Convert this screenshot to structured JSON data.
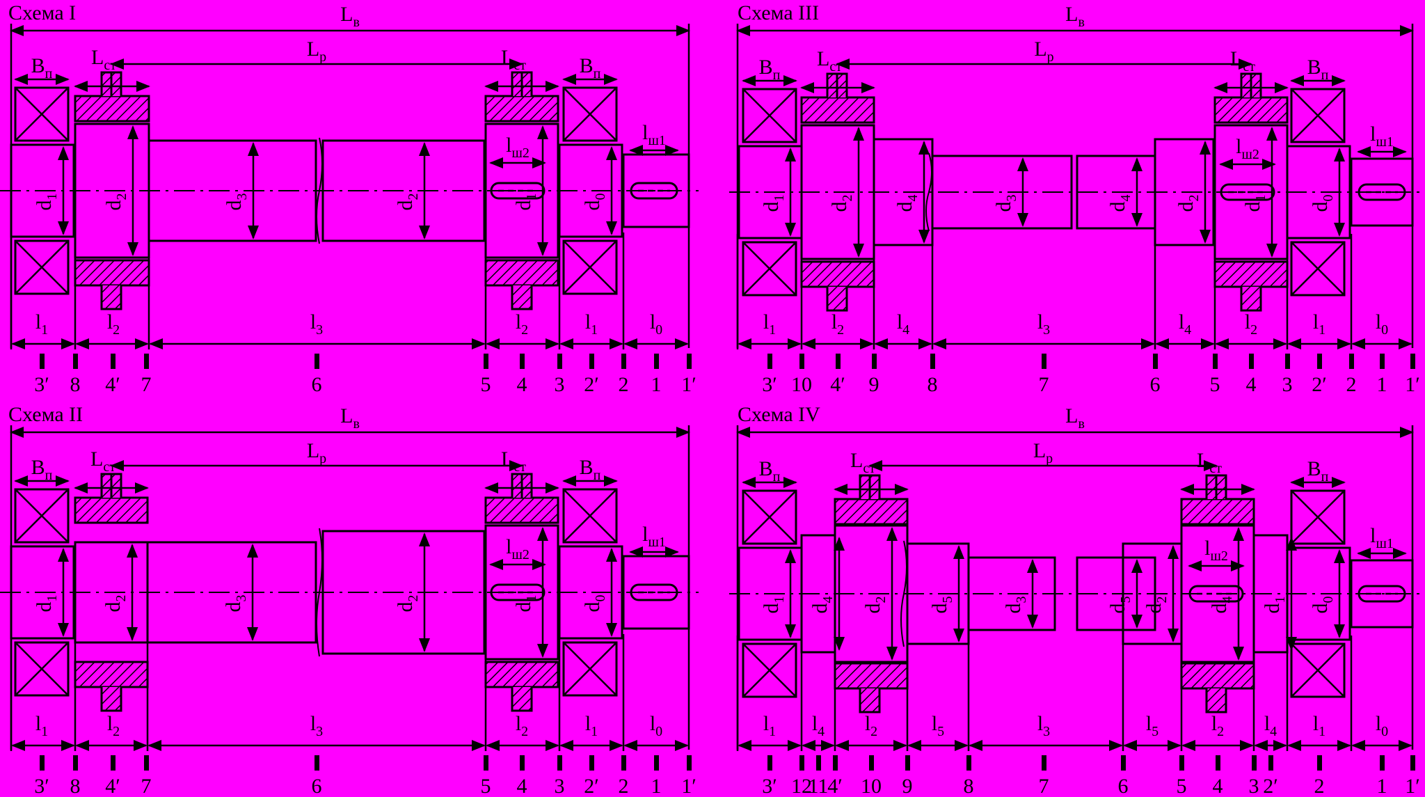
{
  "background": "#ff00ff",
  "line_color": "#000000",
  "hatch_color": "#000000",
  "schemes": [
    {
      "title": "Схема I",
      "overall_length": "L",
      "overall_length_sub": "в",
      "span_length": "L",
      "span_length_sub": "р",
      "hub_left": "L",
      "hub_left_sub": "ст",
      "hub_right": "L",
      "hub_right_sub": "ст",
      "bearing_left": "B",
      "bearing_left_sub": "п",
      "bearing_right": "B",
      "bearing_right_sub": "п",
      "key_end": "l",
      "key_end_sub": "ш1",
      "key_mid": "l",
      "key_mid_sub": "ш2",
      "diameters": [
        {
          "main": "d",
          "sub": "1"
        },
        {
          "main": "d",
          "sub": "2"
        },
        {
          "main": "d",
          "sub": "3"
        },
        {
          "main": "d",
          "sub": "2"
        },
        {
          "main": "d",
          "sub": "1"
        },
        {
          "main": "d",
          "sub": "0"
        }
      ],
      "lengths": [
        {
          "main": "l",
          "sub": "1"
        },
        {
          "main": "l",
          "sub": "2"
        },
        {
          "main": "l",
          "sub": "3"
        },
        {
          "main": "l",
          "sub": "2"
        },
        {
          "main": "l",
          "sub": "1"
        },
        {
          "main": "l",
          "sub": "0"
        }
      ],
      "sections": [
        "3′",
        "8",
        "4′",
        "7",
        "6",
        "5",
        "4",
        "3",
        "2′",
        "2",
        "1",
        "1′"
      ]
    },
    {
      "title": "Схема II",
      "overall_length": "L",
      "overall_length_sub": "в",
      "span_length": "L",
      "span_length_sub": "р",
      "hub_left": "L",
      "hub_left_sub": "ст",
      "hub_right": "L",
      "hub_right_sub": "ст",
      "bearing_left": "B",
      "bearing_left_sub": "п",
      "bearing_right": "B",
      "bearing_right_sub": "п",
      "key_end": "l",
      "key_end_sub": "ш1",
      "key_mid": "l",
      "key_mid_sub": "ш2",
      "diameters": [
        {
          "main": "d",
          "sub": "1"
        },
        {
          "main": "d",
          "sub": "2"
        },
        {
          "main": "d",
          "sub": "3"
        },
        {
          "main": "d",
          "sub": "2"
        },
        {
          "main": "d",
          "sub": "1"
        },
        {
          "main": "d",
          "sub": "0"
        }
      ],
      "lengths": [
        {
          "main": "l",
          "sub": "1"
        },
        {
          "main": "l",
          "sub": "2"
        },
        {
          "main": "l",
          "sub": "3"
        },
        {
          "main": "l",
          "sub": "2"
        },
        {
          "main": "l",
          "sub": "1"
        },
        {
          "main": "l",
          "sub": "0"
        }
      ],
      "sections": [
        "3′",
        "8",
        "4′",
        "7",
        "6",
        "5",
        "4",
        "3",
        "2′",
        "2",
        "1",
        "1′"
      ]
    },
    {
      "title": "Схема III",
      "overall_length": "L",
      "overall_length_sub": "в",
      "span_length": "L",
      "span_length_sub": "р",
      "hub_left": "L",
      "hub_left_sub": "ст",
      "hub_right": "L",
      "hub_right_sub": "ст",
      "bearing_left": "B",
      "bearing_left_sub": "п",
      "bearing_right": "B",
      "bearing_right_sub": "п",
      "key_end": "l",
      "key_end_sub": "ш1",
      "key_mid": "l",
      "key_mid_sub": "ш2",
      "diameters": [
        {
          "main": "d",
          "sub": "1"
        },
        {
          "main": "d",
          "sub": "2"
        },
        {
          "main": "d",
          "sub": "4"
        },
        {
          "main": "d",
          "sub": "3"
        },
        {
          "main": "d",
          "sub": "4"
        },
        {
          "main": "d",
          "sub": "2"
        },
        {
          "main": "d",
          "sub": "1"
        },
        {
          "main": "d",
          "sub": "0"
        }
      ],
      "lengths": [
        {
          "main": "l",
          "sub": "1"
        },
        {
          "main": "l",
          "sub": "2"
        },
        {
          "main": "l",
          "sub": "4"
        },
        {
          "main": "l",
          "sub": "3"
        },
        {
          "main": "l",
          "sub": "4"
        },
        {
          "main": "l",
          "sub": "2"
        },
        {
          "main": "l",
          "sub": "1"
        },
        {
          "main": "l",
          "sub": "0"
        }
      ],
      "sections": [
        "3′",
        "10",
        "4′",
        "9",
        "8",
        "7",
        "6",
        "5",
        "4",
        "3",
        "2′",
        "2",
        "1",
        "1′"
      ]
    },
    {
      "title": "Схема IV",
      "overall_length": "L",
      "overall_length_sub": "в",
      "span_length": "L",
      "span_length_sub": "р",
      "hub_left": "L",
      "hub_left_sub": "ст",
      "hub_right": "L",
      "hub_right_sub": "ст",
      "bearing_left": "B",
      "bearing_left_sub": "п",
      "bearing_right": "B",
      "bearing_right_sub": "п",
      "key_end": "l",
      "key_end_sub": "ш1",
      "key_mid": "l",
      "key_mid_sub": "ш2",
      "diameters": [
        {
          "main": "d",
          "sub": "1"
        },
        {
          "main": "d",
          "sub": "4"
        },
        {
          "main": "d",
          "sub": "2"
        },
        {
          "main": "d",
          "sub": "5"
        },
        {
          "main": "d",
          "sub": "3"
        },
        {
          "main": "d",
          "sub": "5"
        },
        {
          "main": "d",
          "sub": "2"
        },
        {
          "main": "d",
          "sub": "4"
        },
        {
          "main": "d",
          "sub": "1"
        },
        {
          "main": "d",
          "sub": "0"
        }
      ],
      "lengths": [
        {
          "main": "l",
          "sub": "1"
        },
        {
          "main": "l",
          "sub": "4"
        },
        {
          "main": "l",
          "sub": "2"
        },
        {
          "main": "l",
          "sub": "5"
        },
        {
          "main": "l",
          "sub": "3"
        },
        {
          "main": "l",
          "sub": "5"
        },
        {
          "main": "l",
          "sub": "2"
        },
        {
          "main": "l",
          "sub": "4"
        },
        {
          "main": "l",
          "sub": "1"
        },
        {
          "main": "l",
          "sub": "0"
        }
      ],
      "sections": [
        "3′",
        "12",
        "11",
        "4′",
        "10",
        "9",
        "8",
        "7",
        "6",
        "5",
        "4",
        "3",
        "2′",
        "2",
        "1",
        "1′"
      ]
    }
  ]
}
